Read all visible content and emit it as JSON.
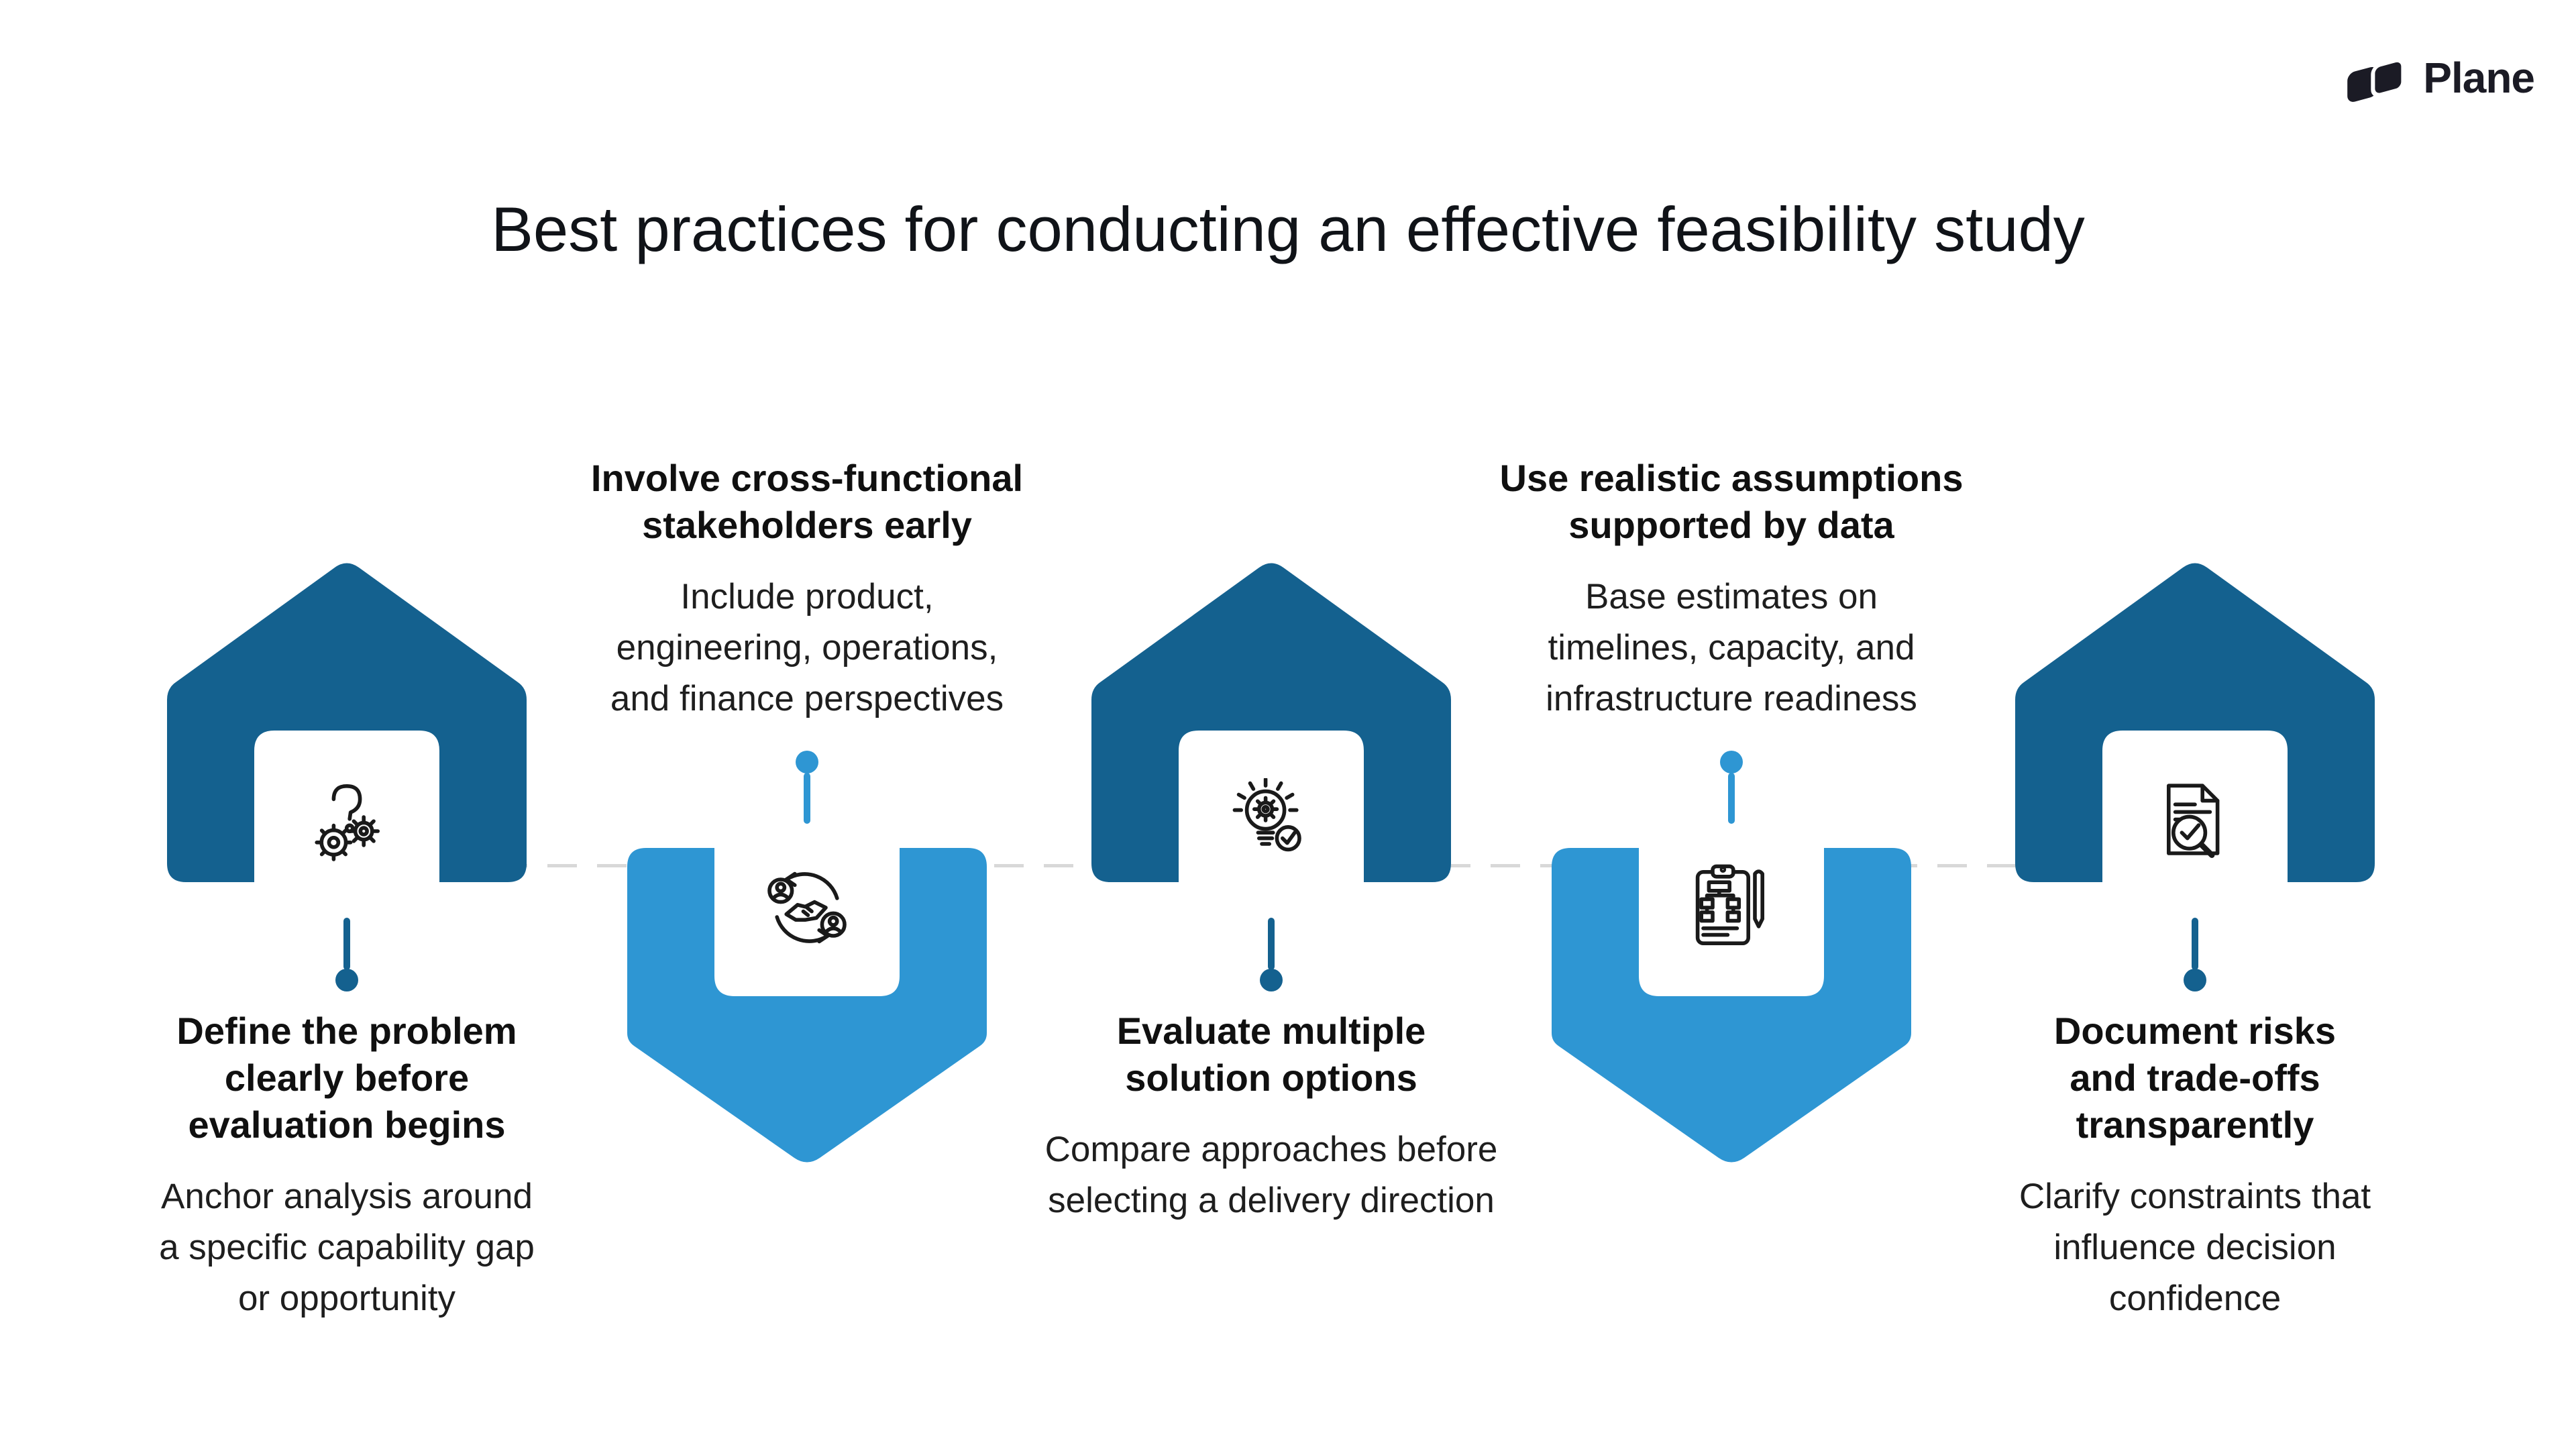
{
  "brand": {
    "name": "Plane"
  },
  "title": "Best practices for conducting an effective feasibility study",
  "colors": {
    "dark_blue": "#14618F",
    "light_blue": "#2E96D3",
    "connector_dash": "#D8D8D8",
    "text": "#1A1A1A",
    "background": "#FFFFFF"
  },
  "steps": [
    {
      "id": 1,
      "direction": "up",
      "shape_color": "#14618F",
      "icon": "question-gears-icon",
      "heading": "Define the problem\nclearly before\nevaluation begins",
      "body": "Anchor analysis around\na specific capability gap\nor opportunity"
    },
    {
      "id": 2,
      "direction": "down",
      "shape_color": "#2E96D3",
      "icon": "collaboration-handshake-icon",
      "heading": "Involve cross-functional\nstakeholders early",
      "body": "Include product,\nengineering, operations,\nand finance perspectives"
    },
    {
      "id": 3,
      "direction": "up",
      "shape_color": "#14618F",
      "icon": "idea-validation-icon",
      "heading": "Evaluate multiple\nsolution options",
      "body": "Compare approaches before\nselecting a delivery direction"
    },
    {
      "id": 4,
      "direction": "down",
      "shape_color": "#2E96D3",
      "icon": "clipboard-plan-icon",
      "heading": "Use realistic assumptions\nsupported by data",
      "body": "Base estimates on\ntimelines, capacity, and\ninfrastructure readiness"
    },
    {
      "id": 5,
      "direction": "up",
      "shape_color": "#14618F",
      "icon": "document-review-icon",
      "heading": "Document risks\nand trade-offs\ntransparently",
      "body": "Clarify constraints that\ninfluence decision\nconfidence"
    }
  ]
}
